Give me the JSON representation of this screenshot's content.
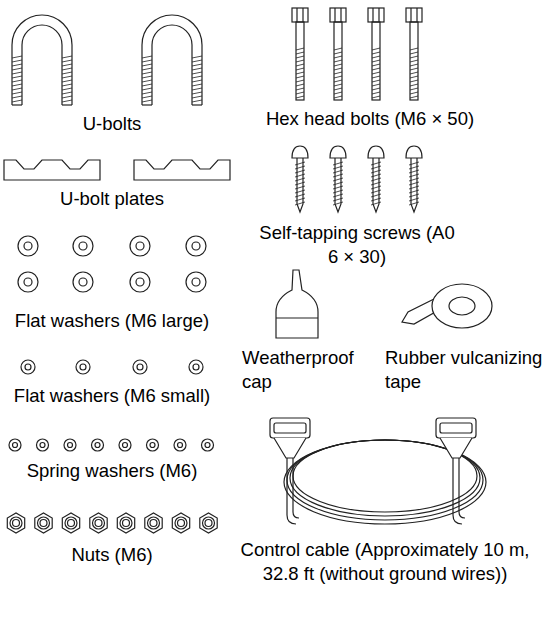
{
  "diagram": {
    "labels": [
      "U-bolts",
      "Hex head bolts (M6 × 50)",
      "U-bolt plates",
      "Self-tapping screws (A0 6 × 30)",
      "Flat washers (M6 large)",
      "Weatherproof cap",
      "Rubber vulcanizing tape",
      "Flat washers (M6 small)",
      "Spring washers (M6)",
      "Nuts (M6)",
      "Control cable (Approximately 10 m, 32.8 ft (without ground wires))"
    ]
  }
}
